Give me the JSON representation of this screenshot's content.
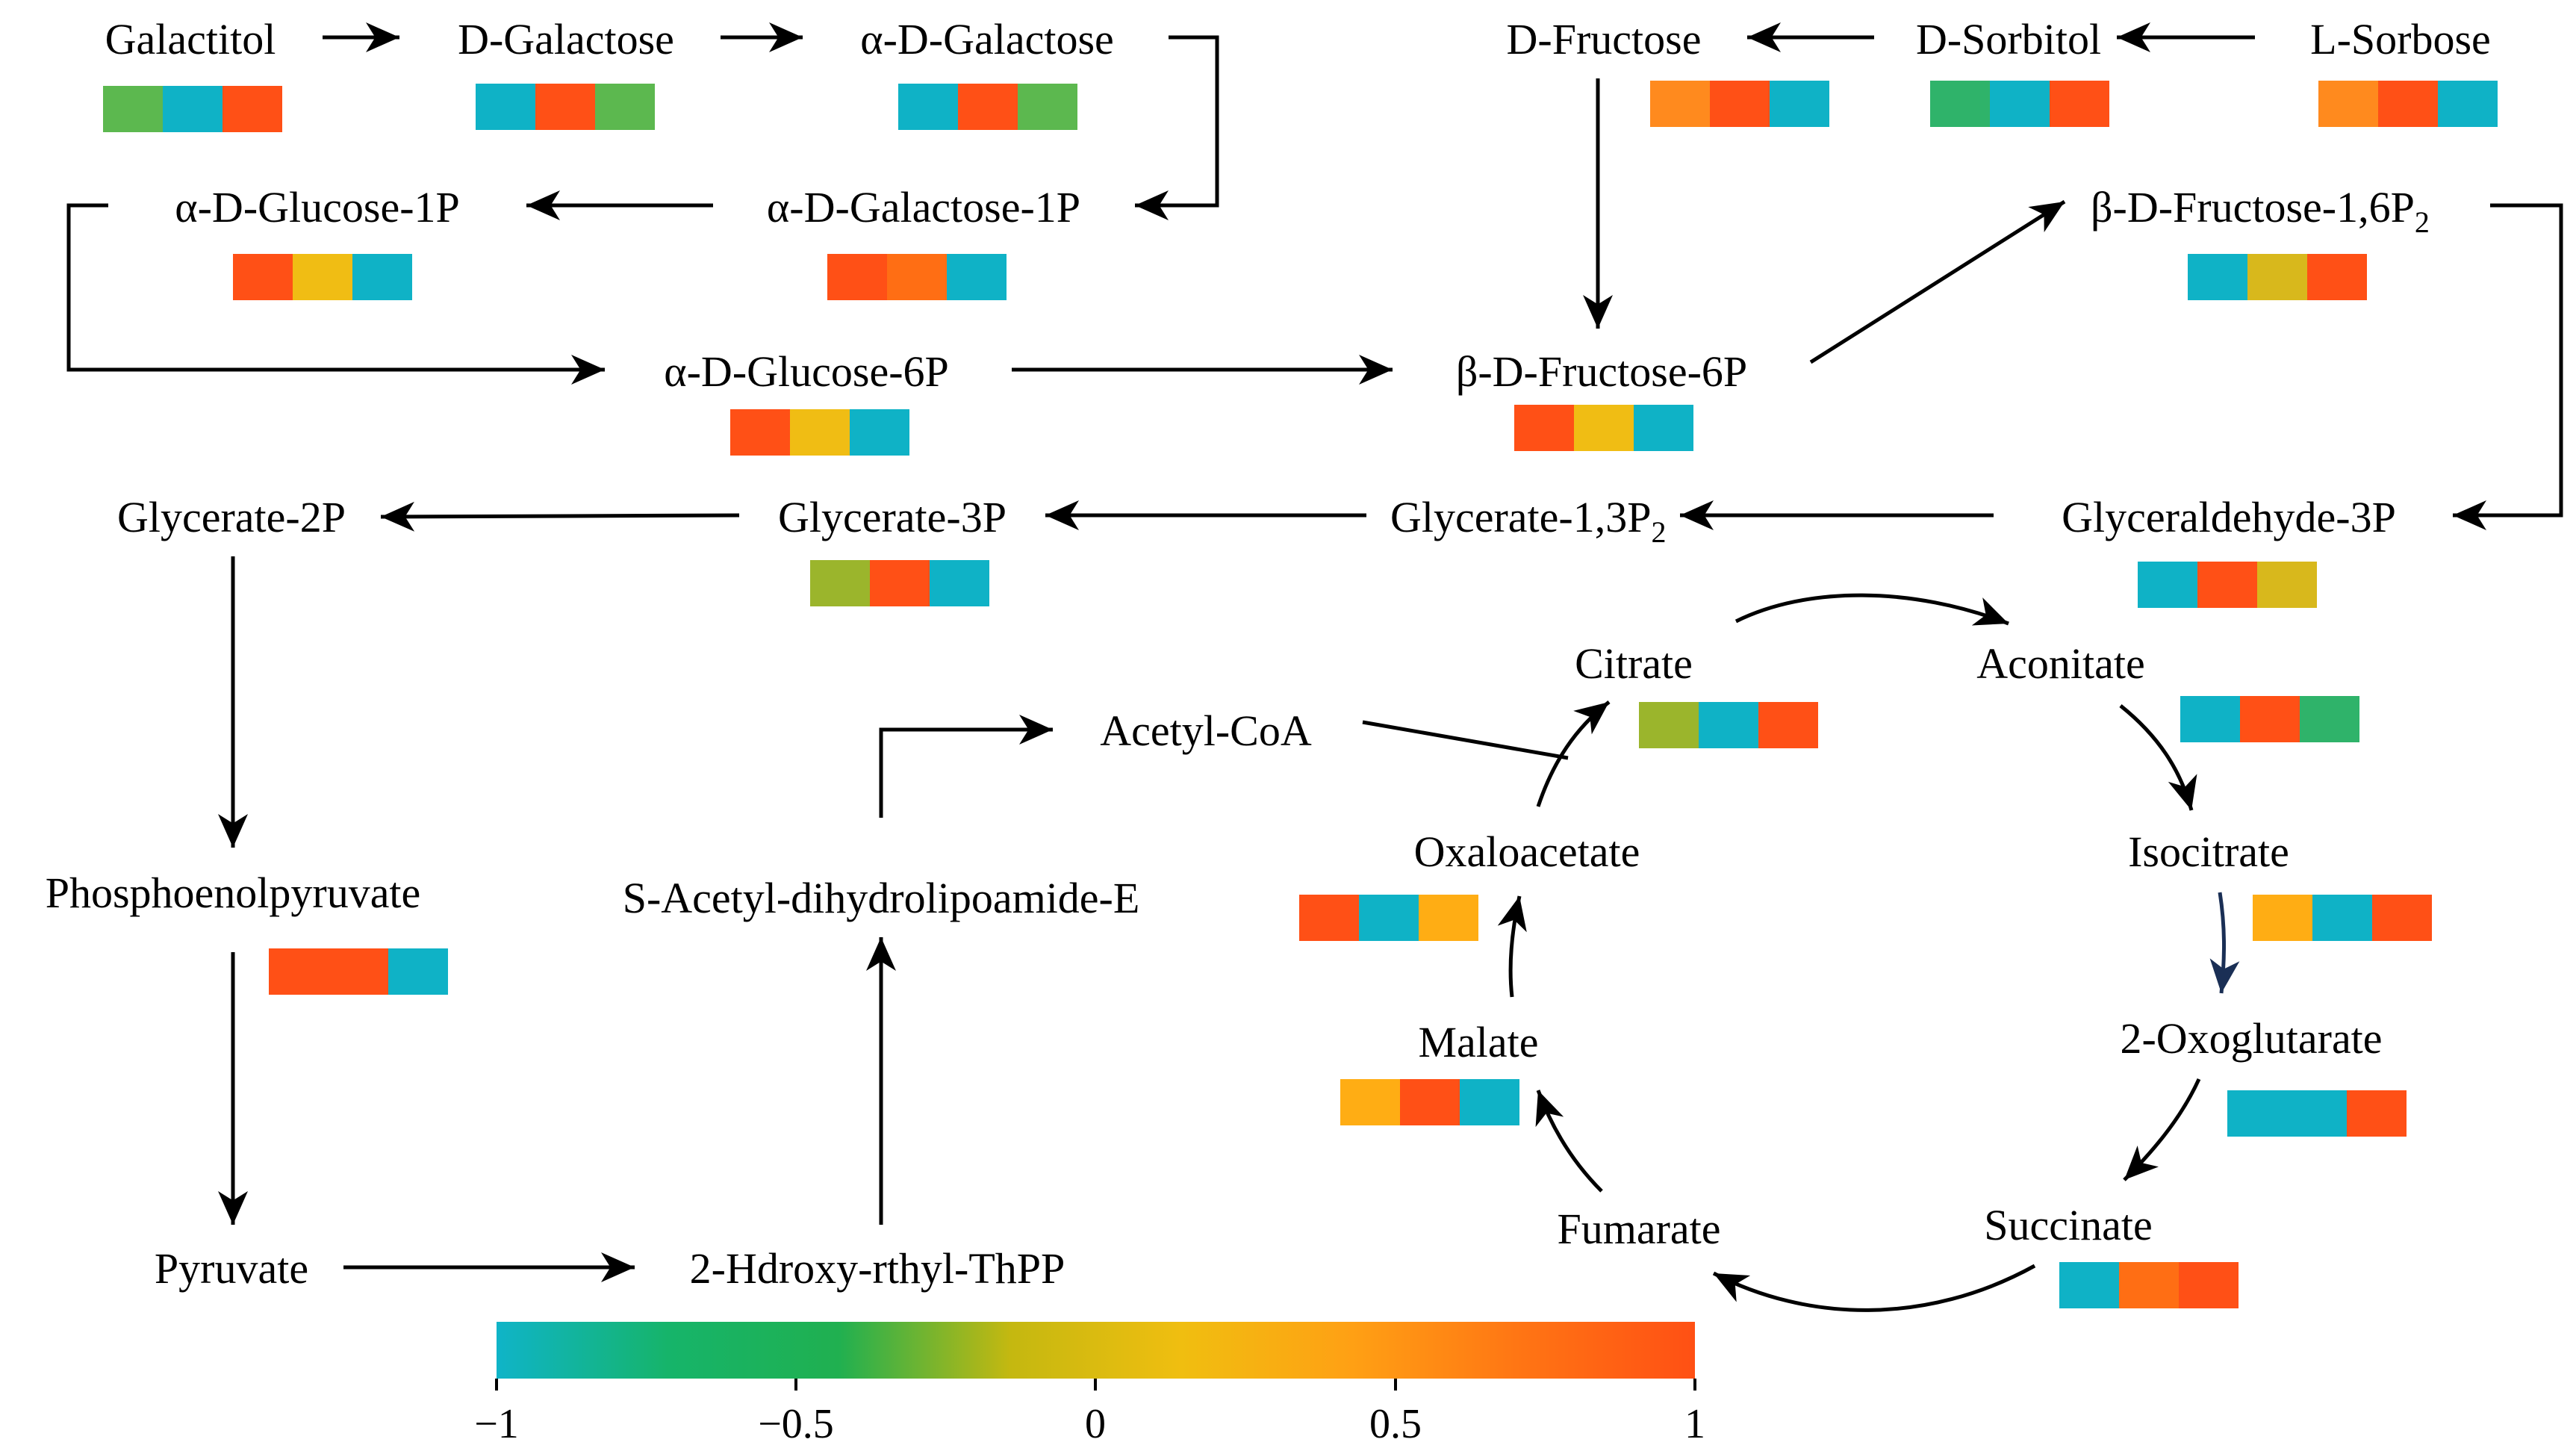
{
  "colors": {
    "teal": "#0fb2c6",
    "green": "#5cb84f",
    "emerald": "#2fb36a",
    "red": "#ff5016",
    "orange": "#ff6e14",
    "orange2": "#ff8a1e",
    "amber": "#ffad14",
    "yellow": "#f0bd14",
    "olive": "#d8b81c",
    "lime": "#9bb52c",
    "arrow": "#000000",
    "navy_arrow": "#1a2f55"
  },
  "nodes": {
    "galactitol": "Galactitol",
    "d_galactose": "D-Galactose",
    "a_d_galactose": "α-D-Galactose",
    "a_d_glucose_1p": "α-D-Glucose-1P",
    "a_d_galactose_1p": "α-D-Galactose-1P",
    "a_d_glucose_6p": "α-D-Glucose-6P",
    "b_d_fructose_6p": "β-D-Fructose-6P",
    "d_fructose": "D-Fructose",
    "d_sorbitol": "D-Sorbitol",
    "l_sorbose": "L-Sorbose",
    "b_d_fructose_16p2": "β-D-Fructose-1,6P",
    "b_d_fructose_16p2_sub": "2",
    "glycerate_2p": "Glycerate-2P",
    "glycerate_3p": "Glycerate-3P",
    "glycerate_13p2": "Glycerate-1,3P",
    "glycerate_13p2_sub": "2",
    "glyceraldehyde_3p": "Glyceraldehyde-3P",
    "phosphoenolpyruvate": "Phosphoenolpyruvate",
    "pyruvate": "Pyruvate",
    "hydroxyethyl_thpp": "2-Hdroxy-rthyl-ThPP",
    "s_acetyl": "S-Acetyl-dihydrolipoamide-E",
    "acetyl_coa": "Acetyl-CoA",
    "citrate": "Citrate",
    "aconitate": "Aconitate",
    "isocitrate": "Isocitrate",
    "oxoglutarate": "2-Oxoglutarate",
    "succinate": "Succinate",
    "fumarate": "Fumarate",
    "malate": "Malate",
    "oxaloacetate": "Oxaloacetate"
  },
  "heat_boxes": {
    "galactitol": [
      "green",
      "teal",
      "red"
    ],
    "d_galactose": [
      "teal",
      "red",
      "green"
    ],
    "a_d_galactose": [
      "teal",
      "red",
      "green"
    ],
    "a_d_glucose_1p": [
      "red",
      "yellow",
      "teal"
    ],
    "a_d_galactose_1p": [
      "red",
      "orange",
      "teal"
    ],
    "a_d_glucose_6p": [
      "red",
      "yellow",
      "teal"
    ],
    "b_d_fructose_6p": [
      "red",
      "yellow",
      "teal"
    ],
    "d_fructose": [
      "orange2",
      "red",
      "teal"
    ],
    "d_sorbitol": [
      "emerald",
      "teal",
      "red"
    ],
    "l_sorbose": [
      "orange2",
      "red",
      "teal"
    ],
    "b_d_fructose_16p2": [
      "teal",
      "olive",
      "red"
    ],
    "glycerate_3p": [
      "lime",
      "red",
      "teal"
    ],
    "glyceraldehyde_3p": [
      "teal",
      "red",
      "olive"
    ],
    "phosphoenolpyruvate": [
      "red",
      "red",
      "teal"
    ],
    "citrate": [
      "lime",
      "teal",
      "red"
    ],
    "aconitate": [
      "teal",
      "red",
      "emerald"
    ],
    "isocitrate": [
      "amber",
      "teal",
      "red"
    ],
    "oxoglutarate": [
      "teal",
      "teal",
      "red"
    ],
    "succinate": [
      "teal",
      "orange",
      "red"
    ],
    "malate": [
      "amber",
      "red",
      "teal"
    ],
    "oxaloacetate": [
      "red",
      "teal",
      "amber"
    ]
  },
  "colorbar": {
    "ticks": [
      "−1",
      "−0.5",
      "0",
      "0.5",
      "1"
    ],
    "range": [
      -1,
      1
    ],
    "gradient": [
      "#0fb4c8",
      "#16b46a",
      "#20b050",
      "#c4b810",
      "#f0be10",
      "#ffa014",
      "#ff7414",
      "#ff5014"
    ]
  }
}
